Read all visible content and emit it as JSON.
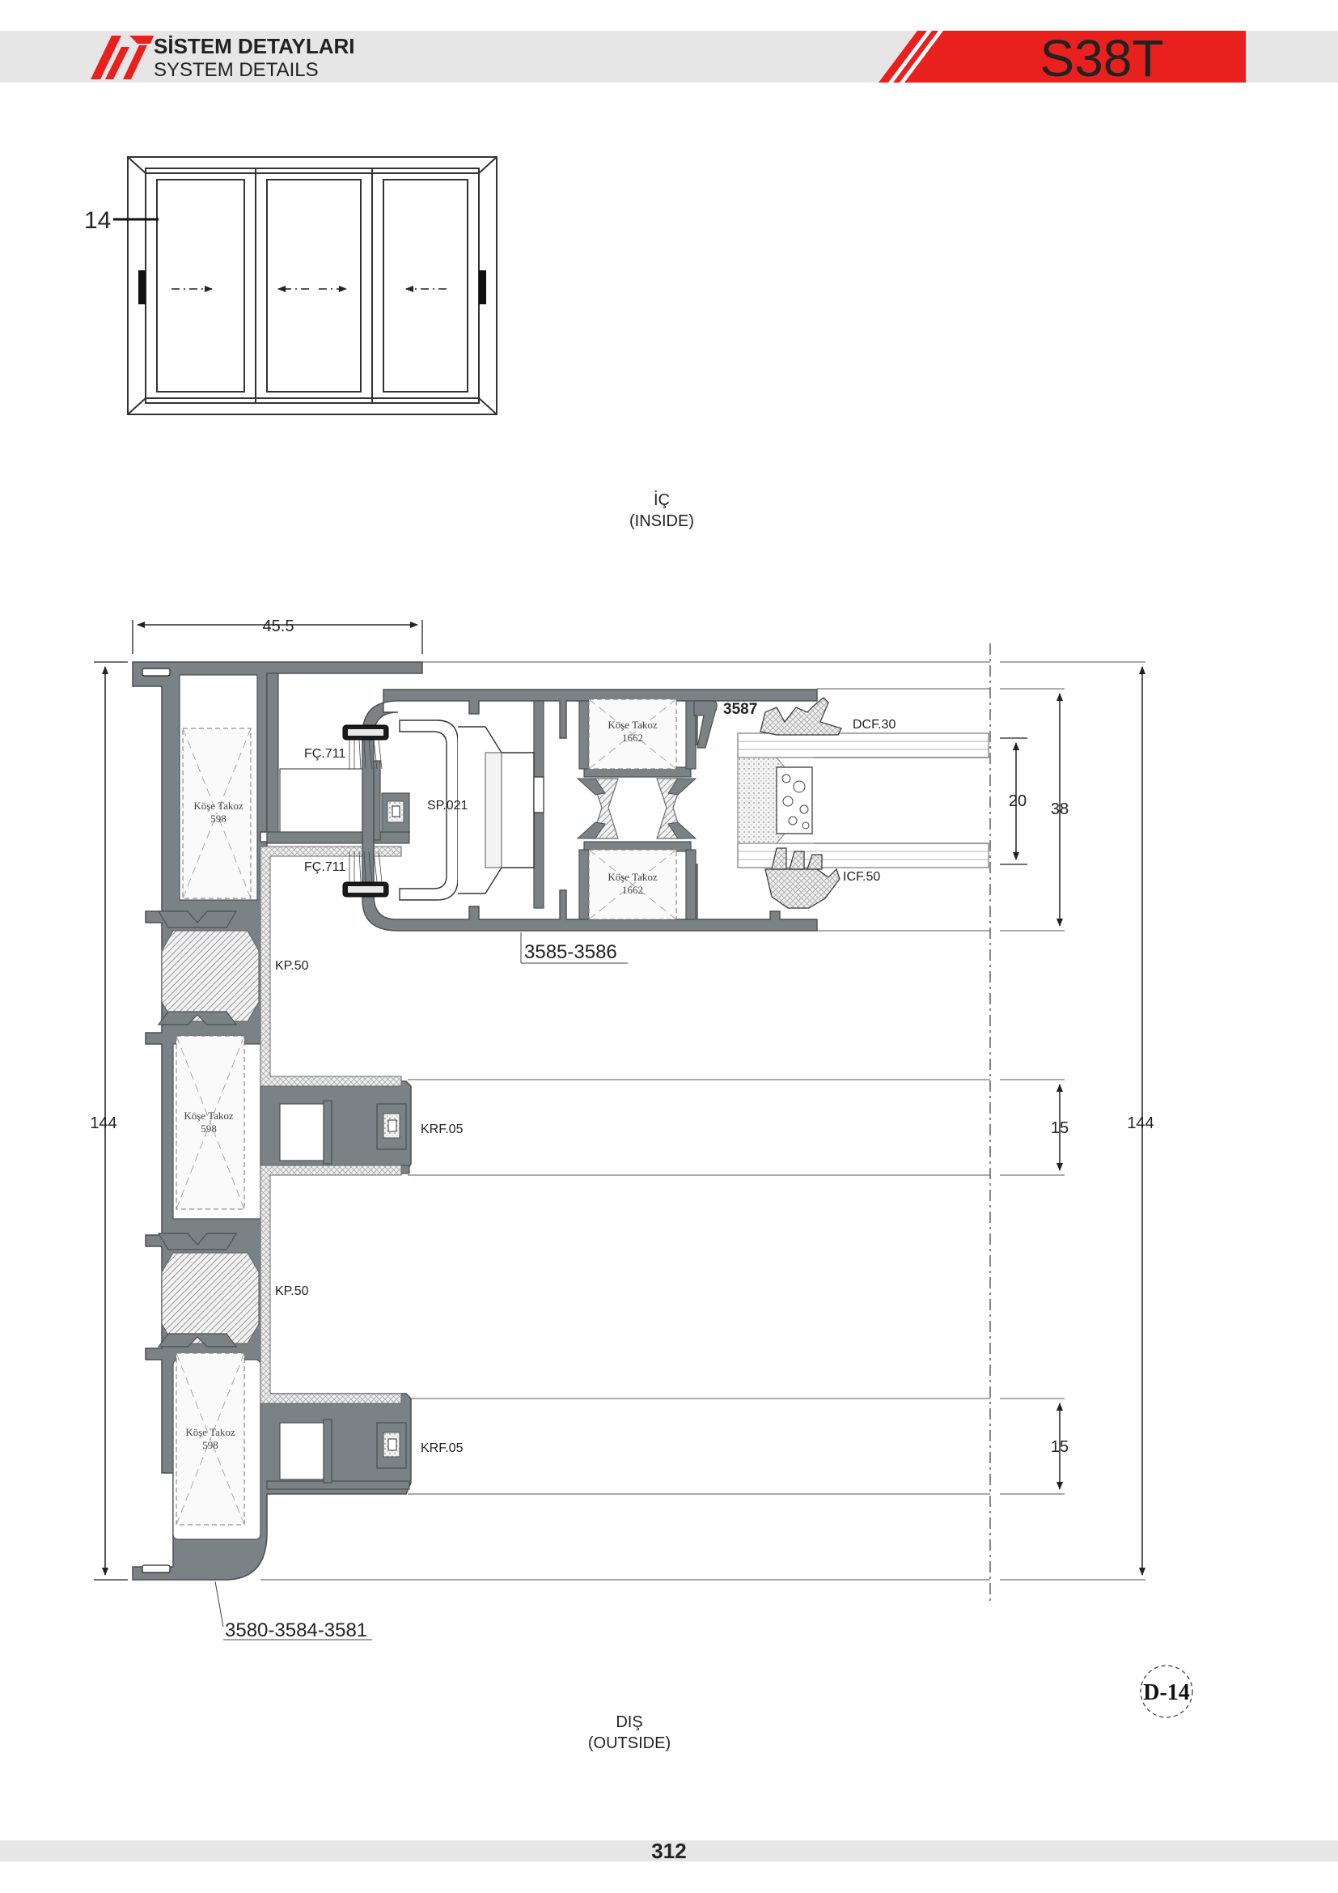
{
  "header": {
    "title_tr": "SİSTEM DETAYLARI",
    "title_en": "SYSTEM DETAILS",
    "series_code": "S38T",
    "colors": {
      "band": "#e6e6e6",
      "accent": "#e8201e",
      "logo": "#e8201e",
      "profile": "#7a8285"
    }
  },
  "elevation": {
    "section_marker": "14"
  },
  "section": {
    "inside_tr": "İÇ",
    "inside_en": "(INSIDE)",
    "outside_tr": "DIŞ",
    "outside_en": "(OUTSIDE)",
    "dimensions": {
      "frame_width": "45.5",
      "total_height_left": "144",
      "total_height_right": "144",
      "glass": "20",
      "sash": "38",
      "rail_1": "15",
      "rail_2": "15"
    },
    "labels": {
      "brush_top": "FÇ.711",
      "brush_bottom": "FÇ.711",
      "spacer": "SP.021",
      "sash_profile_code": "3587",
      "gasket_outer": "DCF.30",
      "gasket_inner": "ICF.50",
      "sash_profiles": "3585-3586",
      "cover_1": "KP.50",
      "cover_2": "KP.50",
      "roller_1": "KRF.05",
      "roller_2": "KRF.05",
      "frame_profiles": "3580-3584-3581"
    },
    "corner_blocks": {
      "frame_1": {
        "name": "Köşe Takoz",
        "code": "598"
      },
      "frame_2": {
        "name": "Köşe Takoz",
        "code": "598"
      },
      "frame_3": {
        "name": "Köşe Takoz",
        "code": "598"
      },
      "sash_top": {
        "name": "Köşe Takoz",
        "code": "1662"
      },
      "sash_bottom": {
        "name": "Köşe Takoz",
        "code": "1662"
      }
    },
    "detail_id": "D-14"
  },
  "footer": {
    "page_number": "312"
  }
}
